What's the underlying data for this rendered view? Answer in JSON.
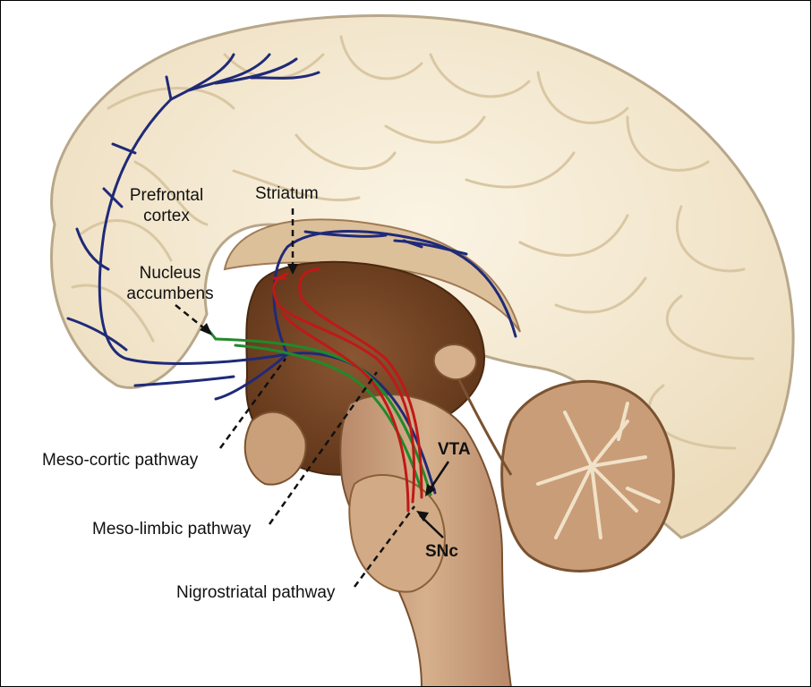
{
  "labels": {
    "prefrontal_cortex": "Prefrontal\ncortex",
    "striatum": "Striatum",
    "nucleus_accumbens": "Nucleus\naccumbens",
    "meso_cortic": "Meso-cortic pathway",
    "meso_limbic": "Meso-limbic pathway",
    "nigrostriatal": "Nigrostriatal pathway",
    "vta": "VTA",
    "snc": "SNc"
  },
  "colors": {
    "cortex_fill": "#f5ead3",
    "cortex_outline": "#b8a78a",
    "brainstem_fill": "#c9a07a",
    "deep_fill": "#7a4a2a",
    "meso_cortic_pathway": "#1f2a78",
    "meso_limbic_pathway": "#1f8a2a",
    "nigrostriatal_pathway": "#c01818"
  }
}
